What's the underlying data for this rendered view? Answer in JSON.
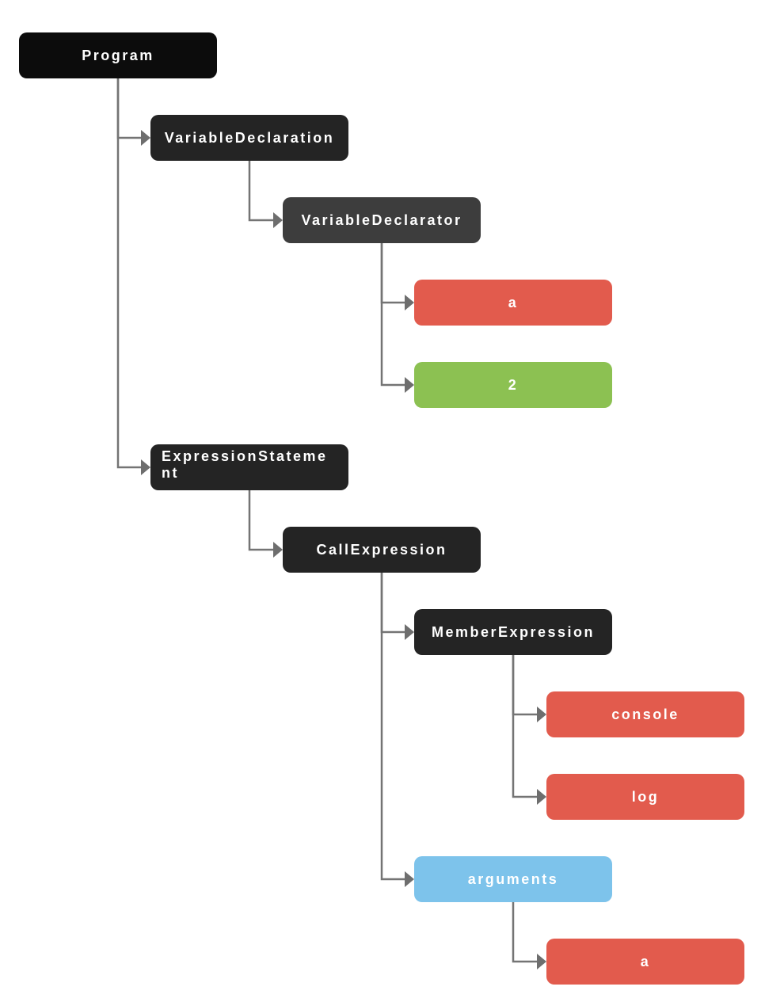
{
  "diagram": {
    "type": "tree",
    "description": "Abstract syntax tree of statement nodes",
    "nodes": [
      {
        "id": "program",
        "label": "Program",
        "parent": null,
        "color": "#0c0c0c"
      },
      {
        "id": "variable-declaration",
        "label": "VariableDeclaration",
        "parent": "program",
        "color": "#242424"
      },
      {
        "id": "variable-declarator",
        "label": "VariableDeclarator",
        "parent": "variable-declaration",
        "color": "#3d3d3d"
      },
      {
        "id": "identifier-a",
        "label": "a",
        "parent": "variable-declarator",
        "color": "#e25b4d"
      },
      {
        "id": "literal-2",
        "label": "2",
        "parent": "variable-declarator",
        "color": "#8cc152"
      },
      {
        "id": "expression-statement",
        "label": "ExpressionStatement",
        "parent": "program",
        "color": "#242424"
      },
      {
        "id": "call-expression",
        "label": "CallExpression",
        "parent": "expression-statement",
        "color": "#242424"
      },
      {
        "id": "member-expression",
        "label": "MemberExpression",
        "parent": "call-expression",
        "color": "#242424"
      },
      {
        "id": "identifier-console",
        "label": "console",
        "parent": "member-expression",
        "color": "#e25b4d"
      },
      {
        "id": "identifier-log",
        "label": "log",
        "parent": "member-expression",
        "color": "#e25b4d"
      },
      {
        "id": "arguments",
        "label": "arguments",
        "parent": "call-expression",
        "color": "#7dc3eb"
      },
      {
        "id": "identifier-a-arg",
        "label": "a",
        "parent": "arguments",
        "color": "#e25b4d"
      }
    ],
    "colors": {
      "node_root": "#0c0c0c",
      "node_statement": "#242424",
      "node_declarator": "#3d3d3d",
      "node_identifier": "#e25b4d",
      "node_literal": "#8cc152",
      "node_arguments": "#7dc3eb",
      "connector": "#747474",
      "arrowhead": "#6e6e6e",
      "text": "#ffffff",
      "background": "#ffffff"
    }
  }
}
